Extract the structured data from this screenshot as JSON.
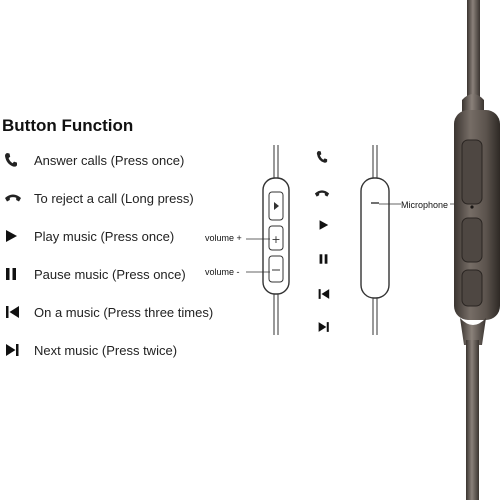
{
  "title": "Button Function",
  "functions": [
    {
      "icon": "phone-answer-icon",
      "label": "Answer calls (Press once)"
    },
    {
      "icon": "phone-reject-icon",
      "label": "To reject a call (Long press)"
    },
    {
      "icon": "play-icon",
      "label": "Play music (Press once)"
    },
    {
      "icon": "pause-icon",
      "label": "Pause music (Press once)"
    },
    {
      "icon": "previous-track-icon",
      "label": "On a music (Press three times)"
    },
    {
      "icon": "next-track-icon",
      "label": "Next music (Press twice)"
    }
  ],
  "remote_labels": {
    "volume_up": "volume +",
    "volume_down": "volume -",
    "microphone": "Microphone"
  },
  "colors": {
    "cable": "#5e5650",
    "cable_dark": "#2f2a26",
    "outline": "#333333"
  }
}
